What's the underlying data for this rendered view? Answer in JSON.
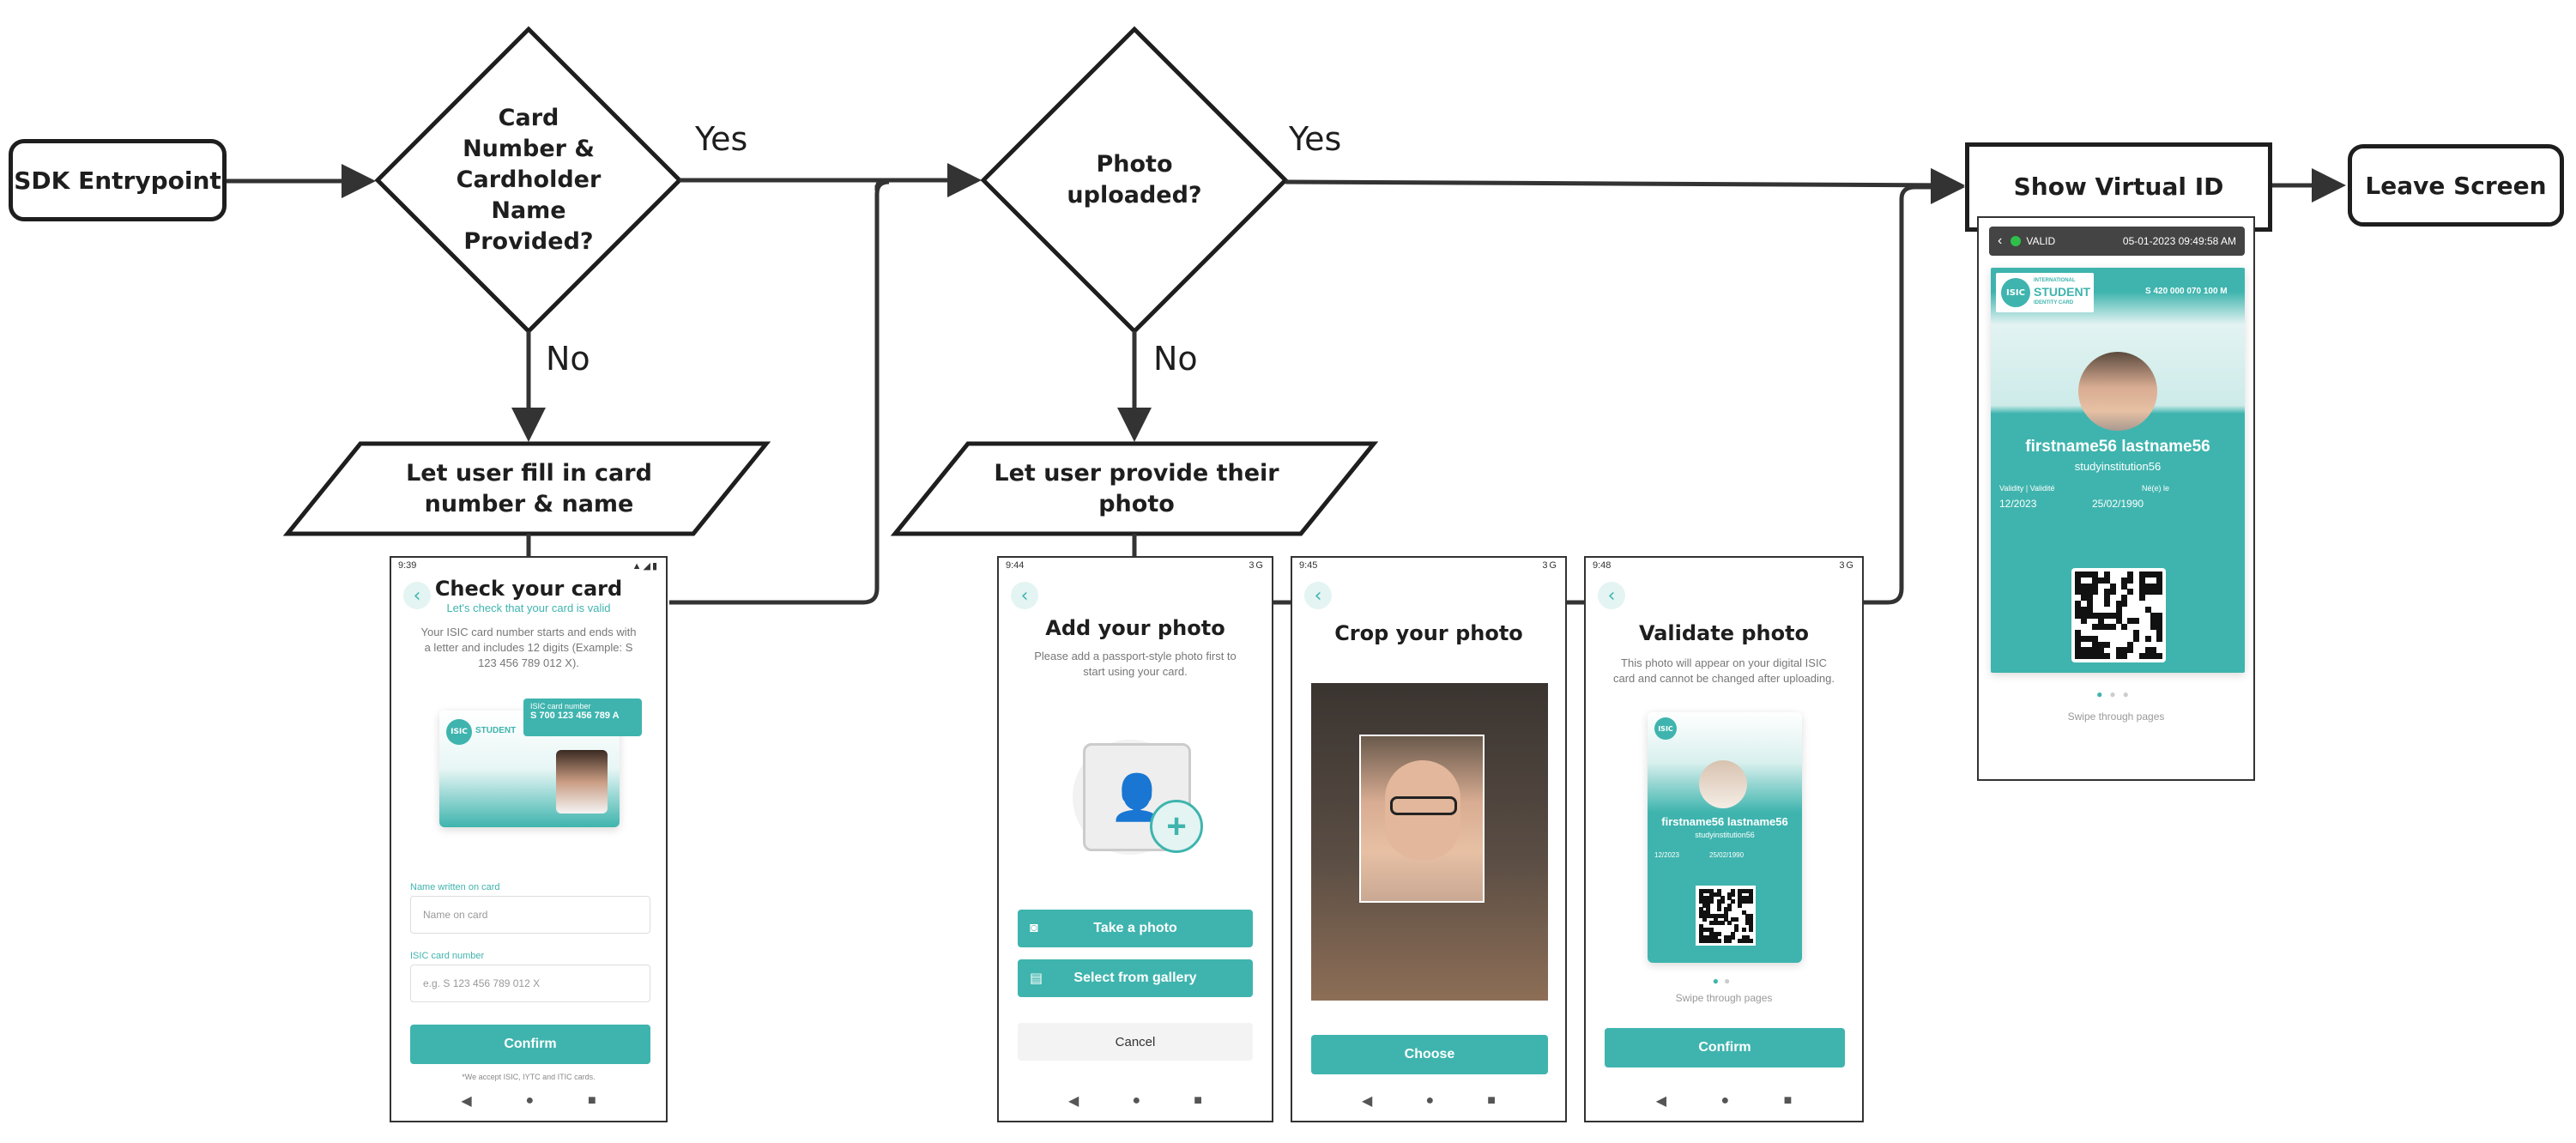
{
  "flow": {
    "sdk_entrypoint": "SDK Entrypoint",
    "decision_card": [
      "Card",
      "Number &",
      "Cardholder",
      "Name",
      "Provided?"
    ],
    "decision_photo": [
      "Photo",
      "uploaded?"
    ],
    "yes": "Yes",
    "no": "No",
    "fill_card": [
      "Let user fill in card",
      "number & name"
    ],
    "provide_photo": [
      "Let user provide their",
      "photo"
    ],
    "show_virtual_id": "Show Virtual ID",
    "leave_screen": "Leave Screen"
  },
  "check_card": {
    "time": "9:39",
    "title": "Check your card",
    "subtitle": "Let's check that your card is valid",
    "desc": "Your ISIC card number starts and ends with a letter and includes 12 digits (Example: S 123 456 789 012 X).",
    "card_number_label": "ISIC card number",
    "card_number": "S 700 123 456 789 A",
    "name_label": "Name written on card",
    "name_placeholder": "Name on card",
    "number_label": "ISIC card number",
    "number_placeholder": "e.g. S 123 456 789 012 X",
    "confirm": "Confirm",
    "footnote": "*We accept ISIC, IYTC and ITIC cards."
  },
  "add_photo": {
    "time": "9:44",
    "signal": "3G",
    "title": "Add your photo",
    "desc": "Please add a passport-style photo first to start using your card.",
    "take": "Take a photo",
    "gallery": "Select from gallery",
    "cancel": "Cancel"
  },
  "crop_photo": {
    "time": "9:45",
    "signal": "3G",
    "title": "Crop your photo",
    "choose": "Choose"
  },
  "validate_photo": {
    "time": "9:48",
    "signal": "3G",
    "title": "Validate photo",
    "desc": "This photo will appear on your digital ISIC card and cannot be changed after uploading.",
    "name": "firstname56 lastname56",
    "institution": "studyinstitution56",
    "validity": "12/2023",
    "born": "25/02/1990",
    "swipe": "Swipe through pages",
    "confirm": "Confirm"
  },
  "virtual_id": {
    "status": "VALID",
    "datetime": "05-01-2023 09:49:58 AM",
    "card_number": "S 420 000 070 100 M",
    "name": "firstname56 lastname56",
    "institution": "studyinstitution56",
    "validity_label": "Validity | Validité",
    "born_label": "Né(e) le",
    "validity": "12/2023",
    "born": "25/02/1990",
    "swipe": "Swipe through pages"
  },
  "isic": {
    "logo": "ISIC",
    "international": "INTERNATIONAL",
    "student": "STUDENT",
    "identity": "IDENTITY CARD"
  },
  "colors": {
    "teal": "#3fb4ae",
    "ink": "#1e1e1e"
  }
}
